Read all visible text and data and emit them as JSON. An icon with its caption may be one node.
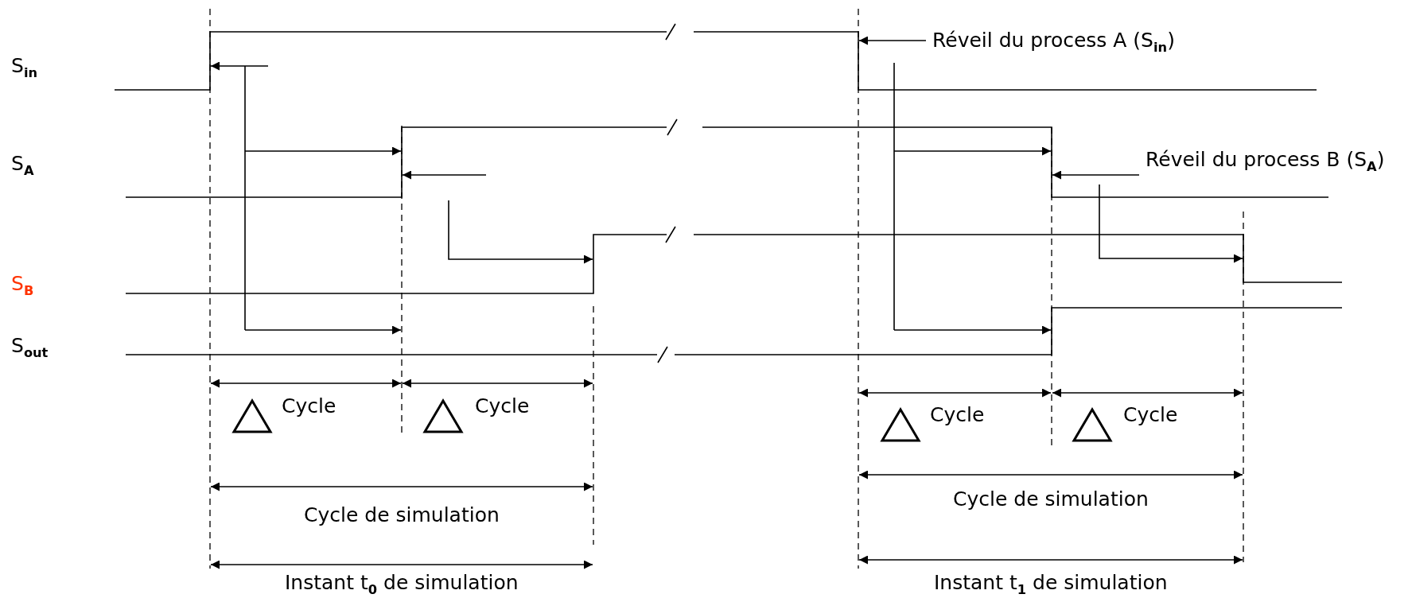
{
  "diagram": {
    "nodes": [
      {
        "text": [
          "Réveil du process A (S$_{in}$)"
        ]
      },
      {
        "text": [
          "Réveil du process B (S$_{A}$)"
        ]
      }
    ],
    "edges": [
      {
        "from": 0,
        "to": null,
        "arrow": "to"
      },
      {
        "from": 1,
        "to": null,
        "arrow": "to"
      }
    ],
    "labels": [
      "S$_{in}$",
      "S$_{A}$",
      "S$_{B}$",
      "S$_{out}$",
      "Cycle",
      "Cycle",
      "Cycle",
      "Cycle",
      "Cycle de simulation",
      "Cycle de simulation",
      "Instant t$_{0}$ de simulation",
      "Instant t$_{1}$ de simulation"
    ]
  }
}
